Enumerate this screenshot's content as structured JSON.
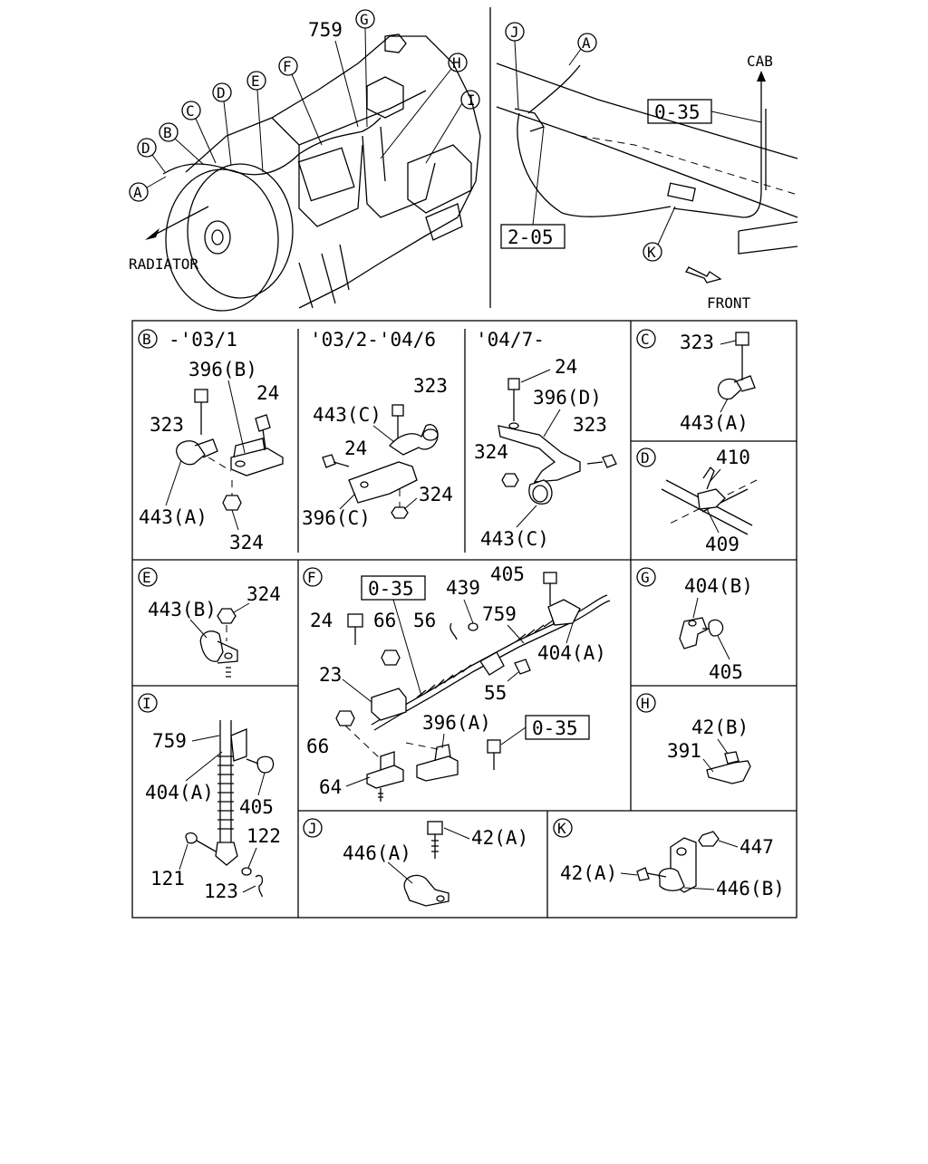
{
  "overview_left": {
    "radiator": "RADIATOR",
    "part_759": "759",
    "callouts": [
      "A",
      "B",
      "C",
      "D",
      "E",
      "F",
      "G",
      "H",
      "I",
      "D"
    ]
  },
  "overview_right": {
    "cab": "CAB",
    "front": "FRONT",
    "ref_035": "0-35",
    "ref_205": "2-05",
    "callouts": [
      "J",
      "A",
      "K"
    ]
  },
  "panels": {
    "B": {
      "letter": "B",
      "v1": "-'03/1",
      "v2": "'03/2-'04/6",
      "v3": "'04/7-",
      "p1": [
        "396(B)",
        "24",
        "323",
        "443(A)",
        "324"
      ],
      "p2": [
        "323",
        "443(C)",
        "24",
        "324",
        "396(C)"
      ],
      "p3": [
        "24",
        "396(D)",
        "323",
        "324",
        "443(C)"
      ]
    },
    "C": {
      "letter": "C",
      "parts": [
        "323",
        "443(A)"
      ]
    },
    "D": {
      "letter": "D",
      "parts": [
        "410",
        "409"
      ]
    },
    "E": {
      "letter": "E",
      "parts": [
        "443(B)",
        "324"
      ]
    },
    "F": {
      "letter": "F",
      "ref_035_a": "0-35",
      "ref_035_b": "0-35",
      "parts": [
        "405",
        "439",
        "24",
        "66",
        "56",
        "759",
        "404(A)",
        "23",
        "55",
        "66",
        "396(A)",
        "64"
      ]
    },
    "G": {
      "letter": "G",
      "parts": [
        "404(B)",
        "405"
      ]
    },
    "H": {
      "letter": "H",
      "parts": [
        "42(B)",
        "391"
      ]
    },
    "I": {
      "letter": "I",
      "parts": [
        "759",
        "404(A)",
        "405",
        "122",
        "121",
        "123"
      ]
    },
    "J": {
      "letter": "J",
      "parts": [
        "446(A)",
        "42(A)"
      ]
    },
    "K": {
      "letter": "K",
      "parts": [
        "447",
        "42(A)",
        "446(B)"
      ]
    }
  }
}
